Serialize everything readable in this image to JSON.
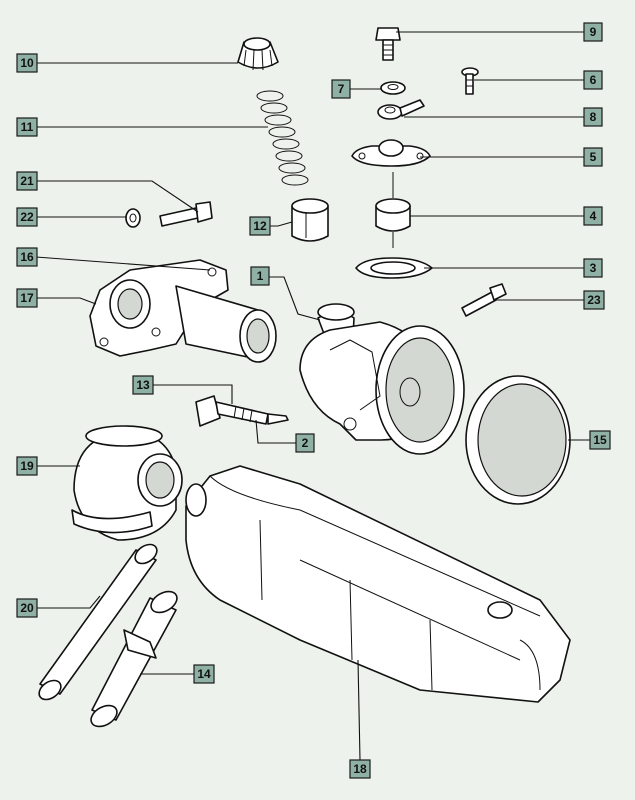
{
  "labels": [
    "1",
    "2",
    "3",
    "4",
    "5",
    "6",
    "7",
    "8",
    "9",
    "10",
    "11",
    "12",
    "13",
    "14",
    "15",
    "16",
    "17",
    "18",
    "19",
    "20",
    "21",
    "22",
    "23"
  ],
  "icons": {
    "banjo_bolt": "banjo-bolt-icon",
    "screw": "screw-icon",
    "washer": "washer-icon",
    "banjo_union": "banjo-union-icon",
    "float_chamber_cover": "float-chamber-cover-icon",
    "float": "float-icon",
    "gasket": "gasket-icon",
    "bolt": "bolt-icon",
    "mixing_chamber_cap": "mixing-chamber-cap-icon",
    "throttle_spring": "throttle-spring-icon",
    "throttle_slide": "throttle-slide-icon",
    "carburettor_body": "carburettor-body-icon",
    "inlet_manifold": "inlet-manifold-icon",
    "adjuster_screw": "adjuster-screw-icon",
    "air_filter": "air-filter-icon",
    "air_filter_housing": "air-filter-housing-icon",
    "hose": "hose-icon",
    "connector": "connector-icon",
    "silencer_box": "silencer-box-icon"
  },
  "colors": {
    "label_fill": "#8fb0a4",
    "background": "#eef2ec",
    "line": "#111111"
  }
}
